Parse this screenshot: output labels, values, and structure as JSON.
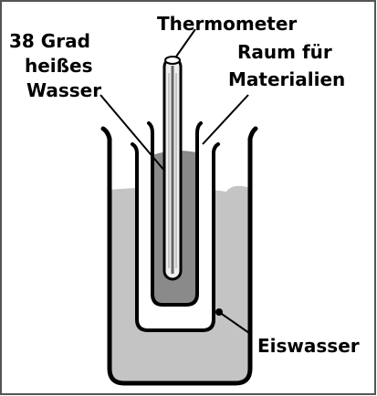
{
  "labels": {
    "thermometer": "Thermometer",
    "hot_water_line1": "38 Grad",
    "hot_water_line2": "heißes",
    "hot_water_line3": "Wasser",
    "space_line1": "Raum für",
    "space_line2": "Materialien",
    "ice_water": "Eiswasser"
  },
  "colors": {
    "background": "#ffffff",
    "outline": "#000000",
    "ice_water": "#c4c4c4",
    "hot_water": "#8a8a8a",
    "thermometer_tube": "#efefef"
  }
}
